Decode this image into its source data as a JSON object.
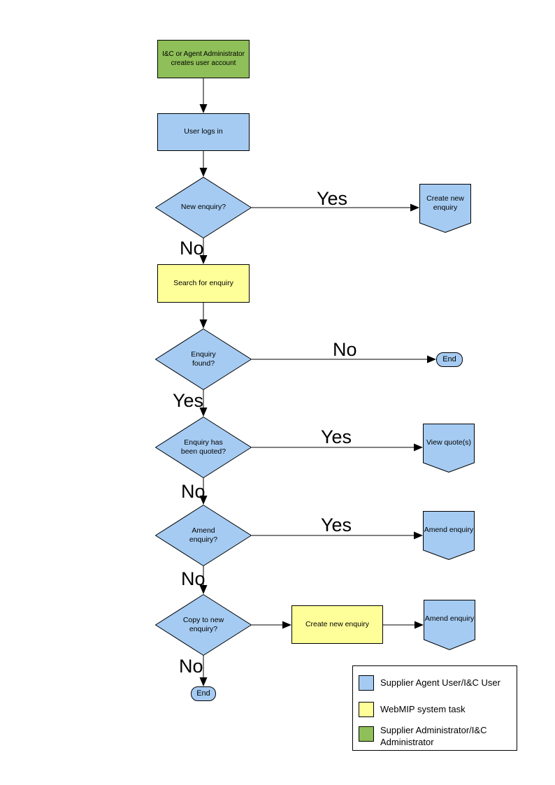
{
  "colors": {
    "blue": "#A5CBF2",
    "yellow": "#FFFF99",
    "green": "#8FBF58",
    "line": "#000000"
  },
  "nodes": {
    "start": "I&C or Agent Administrator creates user account",
    "login": "User logs in",
    "new_enquiry_q": "New enquiry?",
    "create_new_enquiry": "Create new enquiry",
    "search": "Search for enquiry",
    "enquiry_found_q": "Enquiry found?",
    "end1": "End",
    "quoted_q": "Enquiry has been quoted?",
    "view_quotes": "View quote(s)",
    "amend_q": "Amend enquiry?",
    "amend_enquiry": "Amend enquiry",
    "copy_q": "Copy to new enquiry?",
    "create_new_enquiry2": "Create new enquiry",
    "amend_enquiry2": "Amend enquiry",
    "end2": "End"
  },
  "edge_labels": {
    "yes": "Yes",
    "no": "No"
  },
  "legend": {
    "items": [
      {
        "key": "blue",
        "label": "Supplier Agent User/I&C User"
      },
      {
        "key": "yellow",
        "label": "WebMIP system task"
      },
      {
        "key": "green",
        "label": "Supplier Administrator/I&C Administrator"
      }
    ]
  }
}
